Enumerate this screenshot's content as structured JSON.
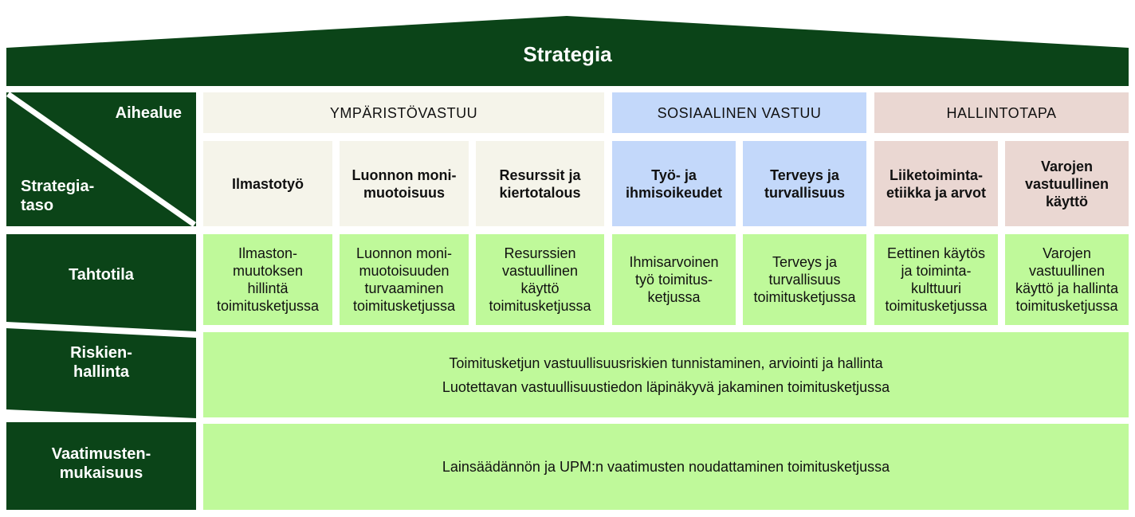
{
  "strategy_label": "Strategia",
  "header_axis": {
    "category_label": "Aihealue",
    "level_label": "Strategia-\ntaso"
  },
  "categories": [
    {
      "label": "YMPÄRISTÖVASTUU",
      "color": "#f5f4ea"
    },
    {
      "label": "SOSIAALINEN VASTUU",
      "color": "#c3d8fa"
    },
    {
      "label": "HALLINTOTAPA",
      "color": "#ead7d2"
    }
  ],
  "topics": [
    "Ilmastotyö",
    "Luonnon moni-\nmuotoisuus",
    "Resurssit ja\nkiertotalous",
    "Työ- ja\nihmisoikeudet",
    "Terveys ja\nturvallisuus",
    "Liiketoiminta-\netiikka ja arvot",
    "Varojen\nvastuullinen\nkäyttö"
  ],
  "rows": {
    "tahtotila_label": "Tahtotila",
    "tahtotila": [
      "Ilmaston-\nmuutoksen\nhillintä\ntoimitusketjussa",
      "Luonnon moni-\nmuotoisuuden\nturvaaminen\ntoimitusketjussa",
      "Resurssien\nvastuullinen\nkäyttö\ntoimitusketjussa",
      "Ihmisarvoinen\ntyö toimitus-\nketjussa",
      "Terveys ja\nturvallisuus\ntoimitusketjussa",
      "Eettinen käytös\nja toiminta-\nkulttuuri\ntoimitusketjussa",
      "Varojen\nvastuullinen\nkäyttö ja hallinta\ntoimitusketjussa"
    ],
    "riski_label": "Riskien-\nhallinta",
    "riski_text": "Toimitusketjun vastuullisuusriskien tunnistaminen, arviointi ja hallinta\nLuotettavan vastuullisuustiedon läpinäkyvä jakaminen toimitusketjussa",
    "vaatimus_label": "Vaatimusten-\nmukaisuus",
    "vaatimus_text": "Lainsäädännön ja UPM:n vaatimusten noudattaminen toimitusketjussa"
  },
  "colors": {
    "dark_green": "#0b4418",
    "light_green": "#bff99a",
    "env": "#f5f4ea",
    "social": "#c3d8fa",
    "governance": "#ead7d2"
  }
}
